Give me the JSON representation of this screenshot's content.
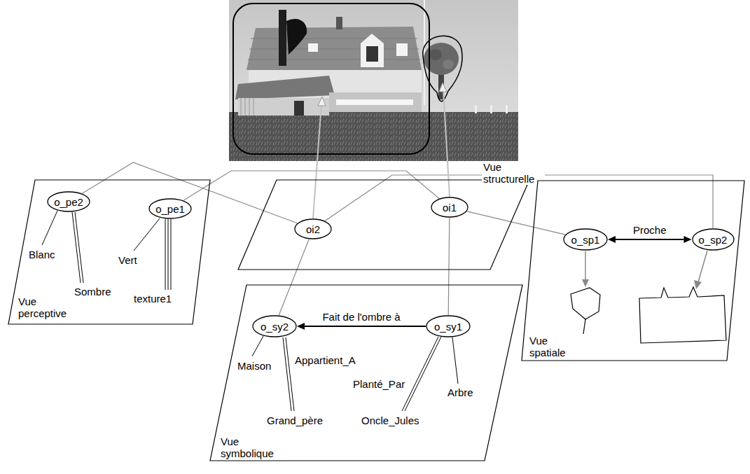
{
  "diagram": {
    "nodes": [
      {
        "text": [
          "Vue perceptive"
        ]
      },
      {
        "text": [
          "o_pe2"
        ],
        "in": 0
      },
      {
        "text": [
          "o_pe1"
        ],
        "in": 0
      },
      {
        "text": [
          "Vue structurelle"
        ]
      },
      {
        "text": [
          "oi2"
        ],
        "in": 3
      },
      {
        "text": [
          "oi1"
        ],
        "in": 3
      },
      {
        "text": [
          "Vue spatiale"
        ]
      },
      {
        "text": [
          "o_sp1"
        ],
        "in": 6
      },
      {
        "text": [
          "o_sp2"
        ],
        "in": 6
      },
      {
        "text": [
          "Vue symbolique"
        ]
      },
      {
        "text": [
          "o_sy2"
        ],
        "in": 9
      },
      {
        "text": [
          "o_sy1"
        ],
        "in": 9
      }
    ],
    "edges": [
      {
        "from": 4,
        "to": 1,
        "arrow": "none"
      },
      {
        "from": 5,
        "to": 2,
        "arrow": "none"
      },
      {
        "from": 4,
        "to": 8,
        "arrow": "none"
      },
      {
        "from": 5,
        "to": 7,
        "arrow": "none"
      },
      {
        "from": 4,
        "to": 10,
        "arrow": "none"
      },
      {
        "from": 5,
        "to": 11,
        "arrow": "none"
      },
      {
        "from": 7,
        "to": 8,
        "label": "Proche",
        "arrow": "both"
      },
      {
        "from": 11,
        "to": 10,
        "label": "Fait de l'ombre à",
        "arrow": "to"
      }
    ],
    "labels": [
      "Blanc",
      "Sombre",
      "Vert",
      "texture1",
      "Maison",
      "Appartient_A",
      "Grand_père",
      "Planté_Par",
      "Oncle_Jules",
      "Arbre"
    ]
  }
}
